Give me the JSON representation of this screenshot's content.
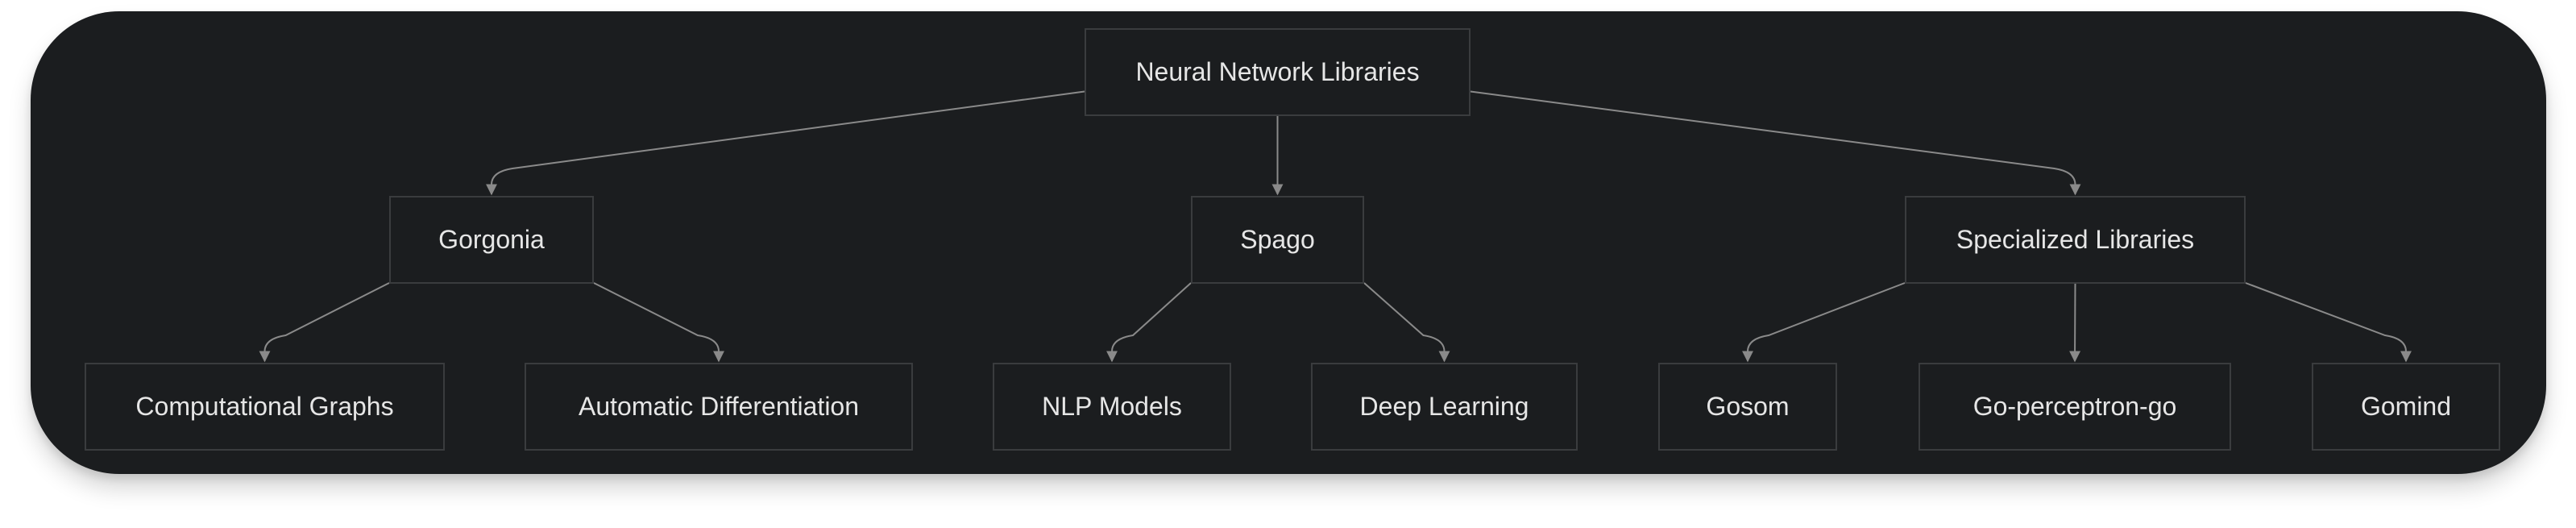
{
  "diagram": {
    "nodes": {
      "root": "Neural Network Libraries",
      "gorgonia": "Gorgonia",
      "spago": "Spago",
      "specialized": "Specialized Libraries",
      "comp_graphs": "Computational Graphs",
      "auto_diff": "Automatic Differentiation",
      "nlp": "NLP Models",
      "deep": "Deep Learning",
      "gosom": "Gosom",
      "perceptron": "Go-perceptron-go",
      "gomind": "Gomind"
    },
    "edges": [
      {
        "from": "root",
        "to": "gorgonia"
      },
      {
        "from": "root",
        "to": "spago"
      },
      {
        "from": "root",
        "to": "specialized"
      },
      {
        "from": "gorgonia",
        "to": "comp_graphs"
      },
      {
        "from": "gorgonia",
        "to": "auto_diff"
      },
      {
        "from": "spago",
        "to": "nlp"
      },
      {
        "from": "spago",
        "to": "deep"
      },
      {
        "from": "specialized",
        "to": "gosom"
      },
      {
        "from": "specialized",
        "to": "perceptron"
      },
      {
        "from": "specialized",
        "to": "gomind"
      }
    ],
    "colors": {
      "background": "#1b1d1f",
      "node_border": "#3a3c3e",
      "text": "#e6e6e6",
      "edge": "#8a8a8a"
    }
  }
}
